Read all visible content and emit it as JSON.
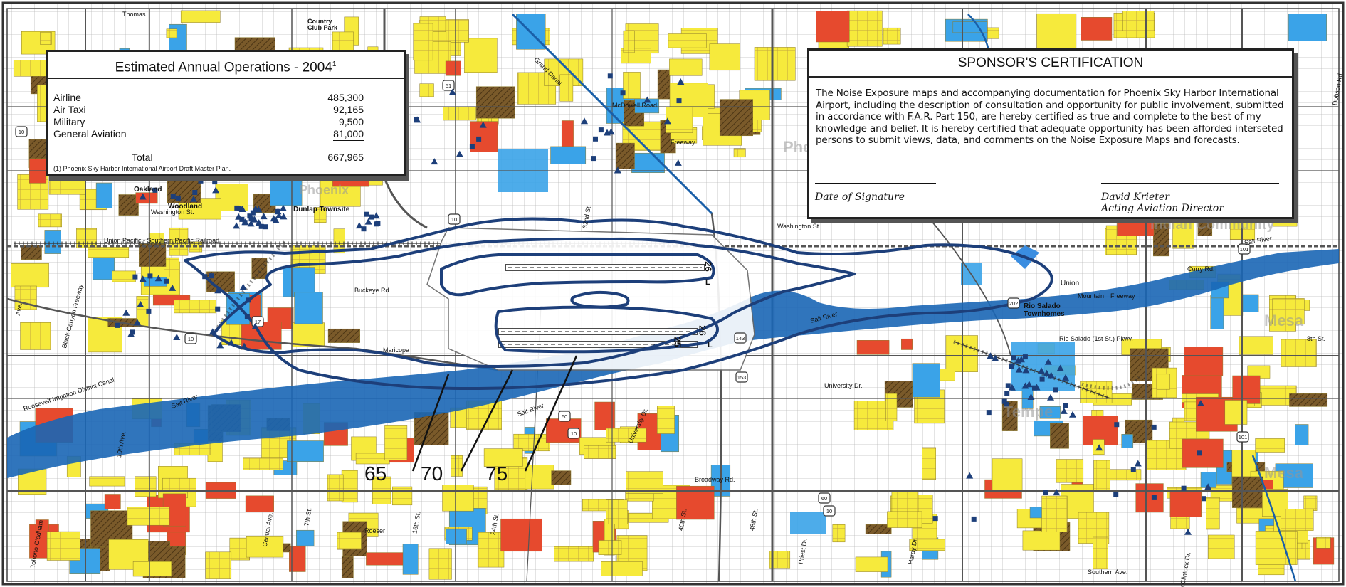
{
  "operations_table": {
    "title": "Estimated Annual Operations - 2004",
    "title_footnote_mark": "1",
    "rows": [
      {
        "label": "Airline",
        "value": "485,300"
      },
      {
        "label": "Air Taxi",
        "value": "92,165"
      },
      {
        "label": "Military",
        "value": "9,500"
      },
      {
        "label": "General Aviation",
        "value": "81,000"
      }
    ],
    "total_label": "Total",
    "total_value": "667,965",
    "footnote": "(1) Phoenix Sky Harbor International Airport Draft Master Plan."
  },
  "certification": {
    "title": "SPONSOR'S CERTIFICATION",
    "body": "The Noise Exposure maps and accompanying documentation for Phoenix Sky Harbor International Airport, including the description of consultation and opportunity for public involvement, submitted in accordance with F.A.R. Part 150, are hereby certified as true and complete to the best of my knowledge and belief.  It is hereby certified that adequate opportunity has been afforded interseted persons to submit views, data, and comments on the Noise Exposure Maps and forecasts.",
    "date_label": "Date of Signature",
    "signer_name": "David Krieter",
    "signer_title": "Acting Aviation Director"
  },
  "contour_labels": [
    "65",
    "70",
    "75"
  ],
  "runway_numbers": [
    "26",
    "L",
    "25",
    "26",
    "L"
  ],
  "place_labels": {
    "thomas": "Thomas",
    "country_club": "Country Club Park",
    "oakland": "Oakland",
    "woodland": "Woodland",
    "dunlap_townsite": "Dunlap Townsite",
    "rio_salado": "Rio Salado Townhomes",
    "union": "Union",
    "tempe": "Tempe",
    "mesa_1": "Mesa",
    "mesa_2": "Mesa",
    "phoenix": "Phoenix",
    "phoenix_2": "Phoenix",
    "indian": "Indian Community"
  },
  "street_labels": {
    "washington_w": "Washington St.",
    "washington_e": "Washington St.",
    "buckeye": "Buckeye Rd.",
    "maricopa": "Maricopa",
    "salt_river_w": "Salt River",
    "salt_river_c": "Salt River",
    "salt_river_e": "Salt River",
    "salt_river_ne": "Salt River",
    "university": "University Dr.",
    "university_e": "University Dr.",
    "broadway": "Broadway Rd.",
    "roeser": "Roeser",
    "southern": "Southern Ave.",
    "rio_salado_pkwy": "Rio Salado (1st St.) Pkwy.",
    "mountain": "Mountain",
    "freeway_e": "Freeway",
    "freeway_n": "Freeway",
    "union_pacific": "Union Pacific - Southern Pacific Railroad",
    "grand_canal": "Grand Canal",
    "roosevelt": "Roosevelt Irrigation District Canal",
    "black_canyon": "Black Canyon Freeway",
    "19th_ave": "19th Ave.",
    "central_ave": "Central Ave.",
    "7th_st": "7th St.",
    "16th_st": "16th St.",
    "24th_st": "24th St.",
    "32nd_st": "32nd St.",
    "40th_st": "40th St.",
    "48th_st": "48th St.",
    "priest": "Priest Dr.",
    "hardy": "Hardy Dr.",
    "mcclintock": "McClintock Dr.",
    "curry": "Curry Rd.",
    "8th_st": "8th St.",
    "dobson": "Dobson Rd.",
    "mcdowell": "McDowell Road",
    "tohono": "Tohono O'odham",
    "ave": "Ave."
  },
  "highway_shields": [
    "10",
    "51",
    "10",
    "17",
    "10",
    "60",
    "10",
    "202",
    "153",
    "143",
    "101",
    "101",
    "60",
    "10"
  ]
}
